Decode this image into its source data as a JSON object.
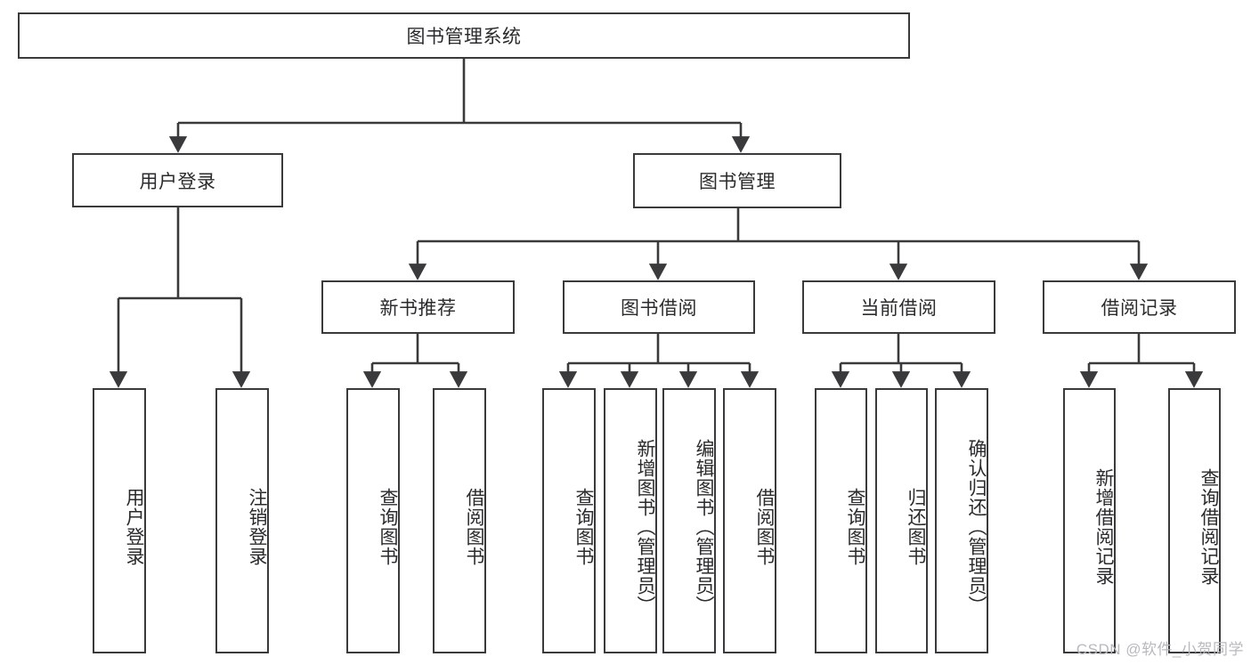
{
  "diagram": {
    "title": "图书管理系统",
    "watermark": "CSDN @软件_小贺同学",
    "edge_color": "#3a3a3c",
    "node_border_color": "#3a3a3c",
    "node_fill_color": "#ffffff",
    "text_color": "#2b2b2d",
    "background_color": "#ffffff",
    "root": {
      "label": "图书管理系统"
    },
    "level2": [
      {
        "label": "用户登录"
      },
      {
        "label": "图书管理"
      }
    ],
    "level3": [
      {
        "label": "新书推荐"
      },
      {
        "label": "图书借阅"
      },
      {
        "label": "当前借阅"
      },
      {
        "label": "借阅记录"
      }
    ],
    "leaves": {
      "user_login": [
        {
          "label": "用户登录"
        },
        {
          "label": "注销登录"
        }
      ],
      "new_book_recommend": [
        {
          "label": "查询图书"
        },
        {
          "label": "借阅图书"
        }
      ],
      "book_borrow": [
        {
          "label": "查询图书"
        },
        {
          "label": "新增图书（管理员）"
        },
        {
          "label": "编辑图书（管理员）"
        },
        {
          "label": "借阅图书"
        }
      ],
      "current_borrow": [
        {
          "label": "查询图书"
        },
        {
          "label": "归还图书"
        },
        {
          "label": "确认归还（管理员）"
        }
      ],
      "borrow_record": [
        {
          "label": "新增借阅记录"
        },
        {
          "label": "查询借阅记录"
        }
      ]
    }
  }
}
